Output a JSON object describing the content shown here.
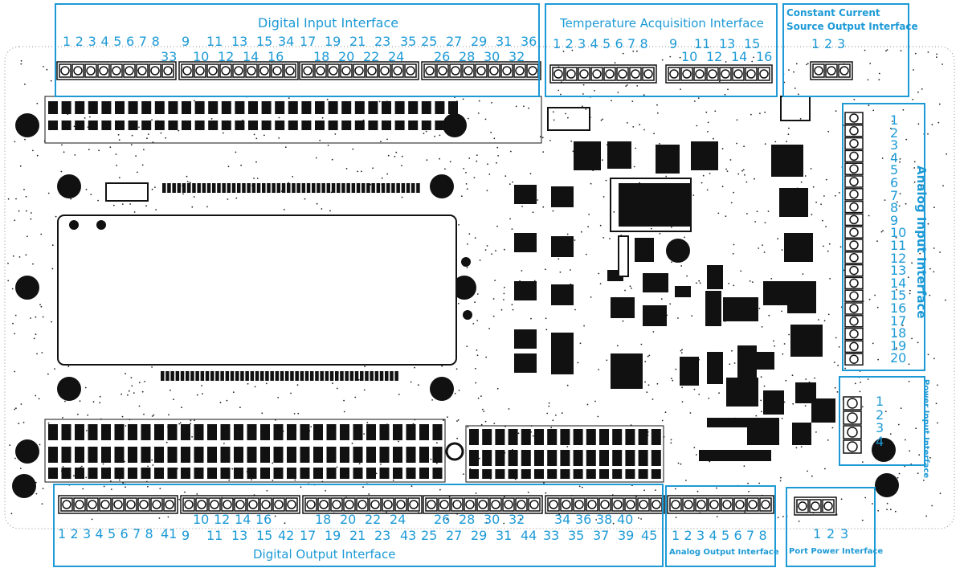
{
  "diagram": {
    "colors": {
      "annotation": "#1d9ad6",
      "pcb": "#111111",
      "background": "#ffffff"
    },
    "digital_input": {
      "title": "Digital Input Interface",
      "blocks": [
        {
          "top": [
            "1",
            "2",
            "3",
            "4",
            "5",
            "6",
            "7",
            "8"
          ],
          "bottom": [
            "33"
          ]
        },
        {
          "top": [
            "9",
            "11",
            "13",
            "15",
            "34"
          ],
          "bottom": [
            "10",
            "12",
            "14",
            "16"
          ]
        },
        {
          "top": [
            "17",
            "19",
            "21",
            "23",
            "35"
          ],
          "bottom": [
            "18",
            "20",
            "22",
            "24"
          ]
        },
        {
          "top": [
            "25",
            "27",
            "29",
            "31",
            "36"
          ],
          "bottom": [
            "26",
            "28",
            "30",
            "32"
          ]
        }
      ]
    },
    "temperature": {
      "title": "Temperature Acquisition Interface",
      "blocks": [
        {
          "top": [
            "1",
            "2",
            "3",
            "4",
            "5",
            "6",
            "7",
            "8"
          ],
          "bottom": []
        },
        {
          "top": [
            "9",
            "11",
            "13",
            "15"
          ],
          "bottom": [
            "10",
            "12",
            "14",
            "16"
          ]
        }
      ]
    },
    "constant_current": {
      "title_line1": "Constant Current",
      "title_line2": "Source Output Interface",
      "pins": [
        "1",
        "2",
        "3"
      ]
    },
    "analog_input": {
      "title": "Analog Input Interface",
      "pins": [
        "1",
        "2",
        "3",
        "4",
        "5",
        "6",
        "7",
        "8",
        "9",
        "10",
        "11",
        "12",
        "13",
        "14",
        "15",
        "16",
        "17",
        "18",
        "19",
        "20"
      ]
    },
    "power_input": {
      "title": "Power Input Interface",
      "pins": [
        "1",
        "2",
        "3",
        "4"
      ]
    },
    "digital_output": {
      "title": "Digital Output Interface",
      "blocks": [
        {
          "top": [
            "1",
            "2",
            "3",
            "4",
            "5",
            "6",
            "7",
            "8",
            "41"
          ]
        },
        {
          "top": [
            "9",
            "11",
            "13",
            "15",
            "42"
          ],
          "upper": [
            "10",
            "12",
            "14",
            "16"
          ]
        },
        {
          "top": [
            "17",
            "19",
            "21",
            "23",
            "43"
          ],
          "upper": [
            "18",
            "20",
            "22",
            "24"
          ]
        },
        {
          "top": [
            "25",
            "27",
            "29",
            "31",
            "44"
          ],
          "upper": [
            "26",
            "28",
            "30",
            "32"
          ]
        },
        {
          "top": [
            "33",
            "35",
            "37",
            "39",
            "45"
          ],
          "upper": [
            "34",
            "36",
            "38",
            "40"
          ]
        }
      ]
    },
    "analog_output": {
      "title": "Analog Output Interface",
      "pins": [
        "1",
        "2",
        "3",
        "4",
        "5",
        "6",
        "7",
        "8"
      ]
    },
    "port_power": {
      "title": "Port Power Interface",
      "pins": [
        "1",
        "2",
        "3"
      ]
    }
  }
}
